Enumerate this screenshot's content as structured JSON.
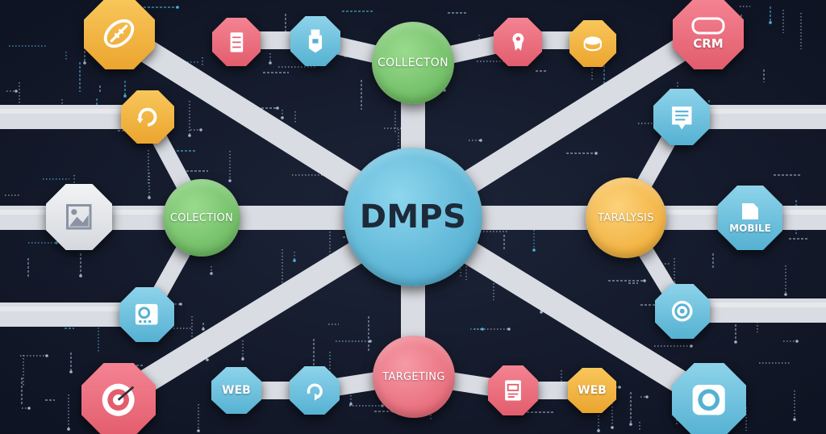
{
  "center": {
    "label": "DMPS",
    "color": "#6ec4e0"
  },
  "hubs": {
    "collection_top": {
      "label": "COLLECTON",
      "color": "#7cc872"
    },
    "collection_left": {
      "label": "COLECTION",
      "color": "#7cc872"
    },
    "analysis_right": {
      "label": "TARALYSIS",
      "color": "#f4b942"
    },
    "targeting_bottom": {
      "label": "TARGETING",
      "color": "#ec6f7e"
    }
  },
  "text_tiles": {
    "crm": "CRM",
    "mobile": "MOBILE",
    "web_bottom_left": "WEB",
    "web_bottom_right": "WEB"
  },
  "colors": {
    "orange": "#f4b942",
    "pink": "#ec6f7e",
    "blue": "#6ec4e0",
    "white": "#e6e8ec",
    "tube": "#d9dce2",
    "circuit": "#9fb4c8",
    "circuit_accent": "#4fb3d9"
  },
  "icons": [
    "football-icon",
    "server-icon",
    "usb-drive-icon",
    "pin-icon",
    "coin-icon",
    "crm-icon",
    "refresh-icon",
    "document-icon",
    "image-icon",
    "mobile-icon",
    "camera-icon",
    "target-icon",
    "web-icon",
    "refresh-arrow-icon",
    "document-chart-icon",
    "web-tile-icon",
    "camera-lens-icon"
  ]
}
